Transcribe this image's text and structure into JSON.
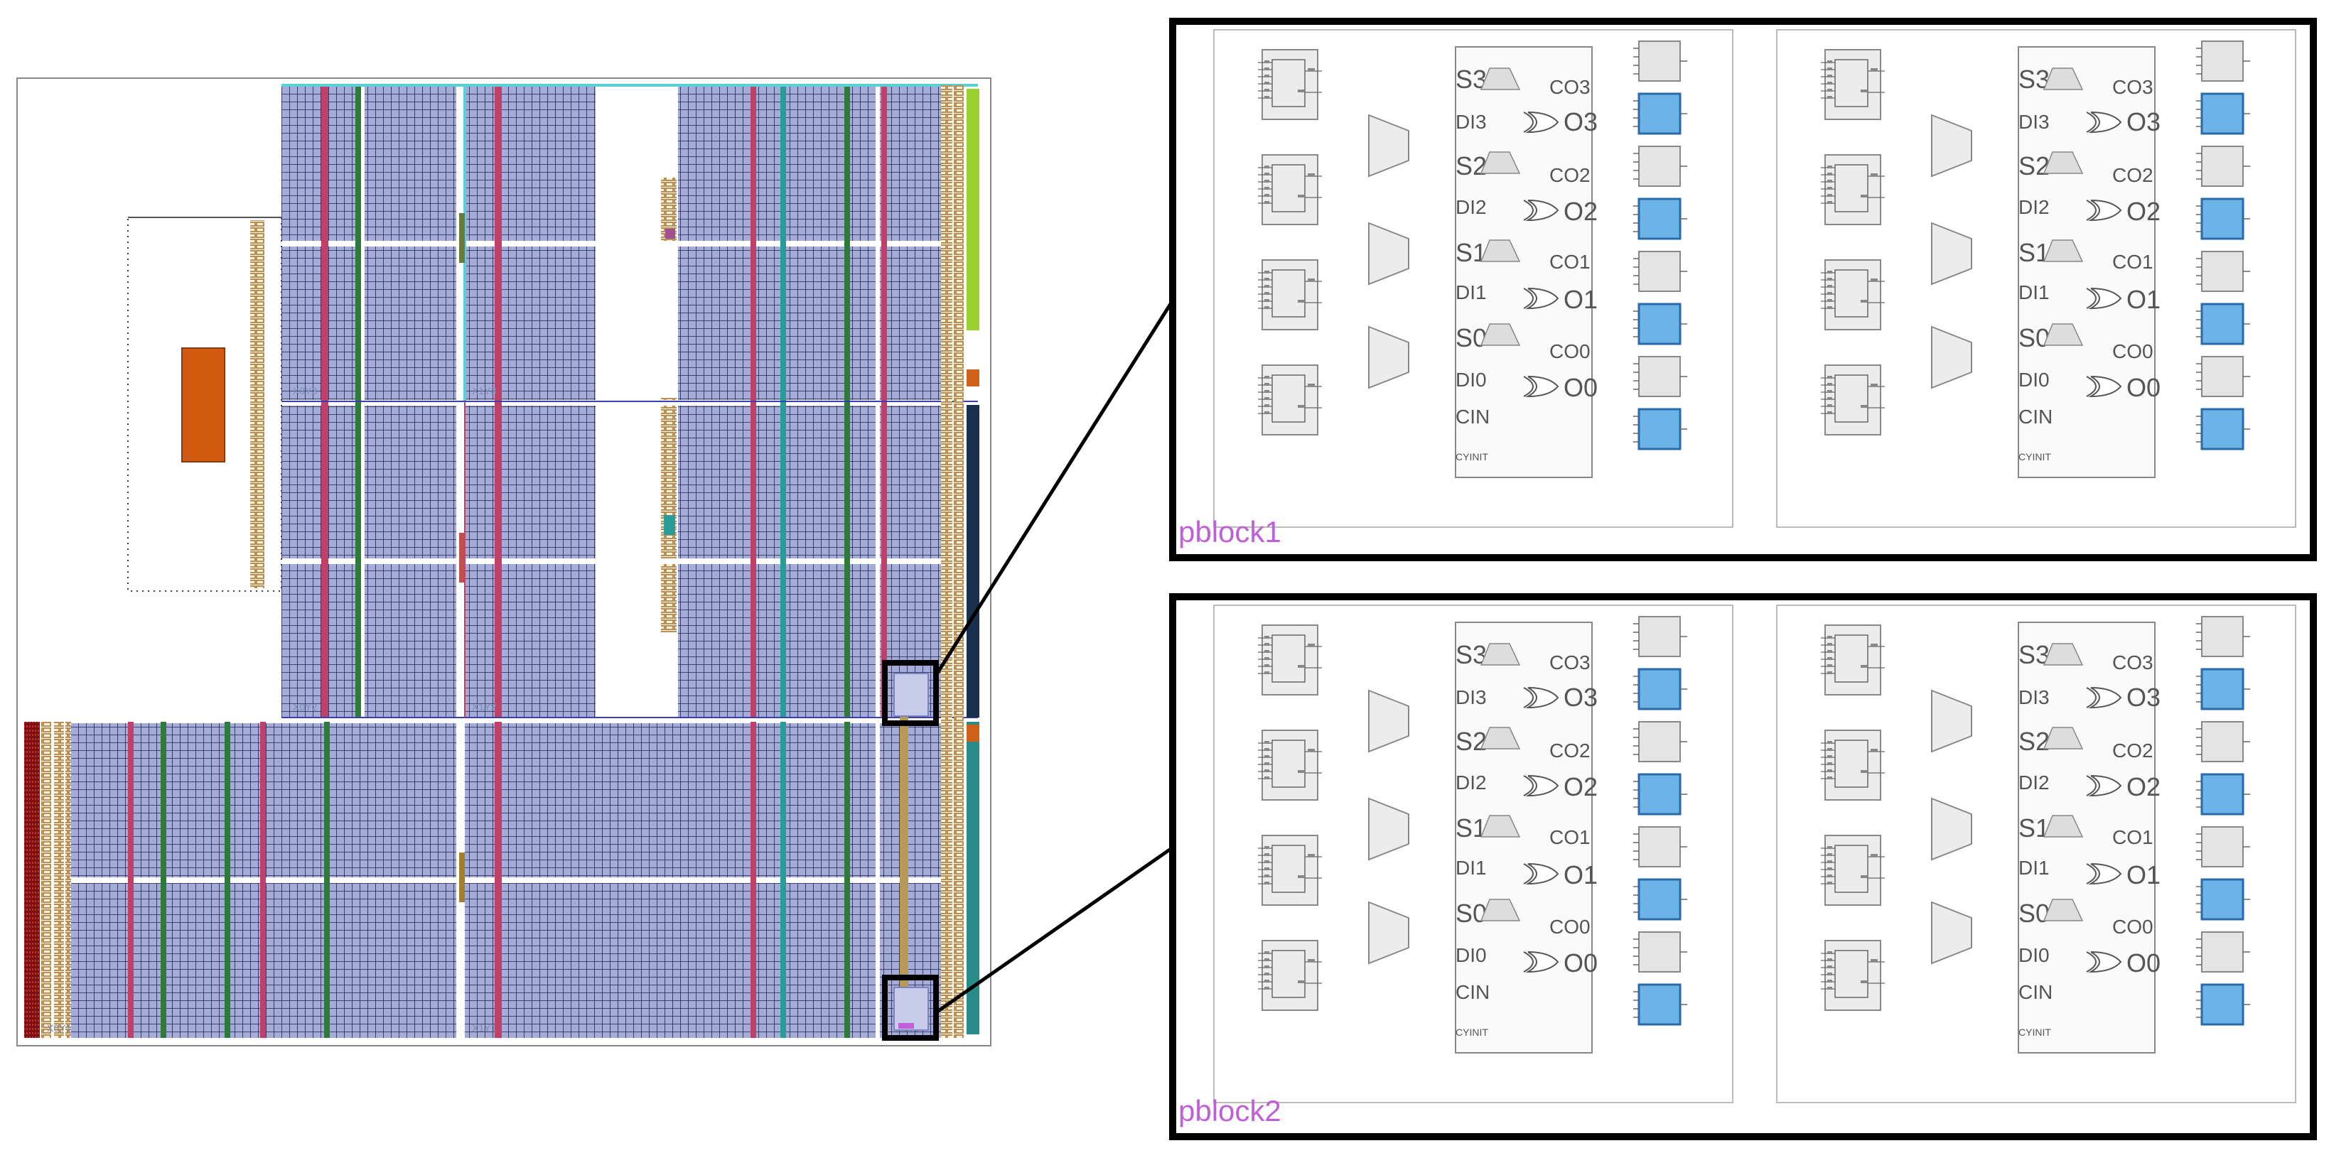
{
  "colors": {
    "clb_fill": "#a6acd8",
    "clb_grid": "#1d2150",
    "rust_block": "#d05a10",
    "brown_column": "#a87838",
    "dark_red_column": "#7a1010",
    "pink_column": "#c0406a",
    "teal_column": "#2a9c98",
    "green_column": "#3a8a3a",
    "lime_strip": "#9ad030",
    "navy_strip": "#1a3050",
    "ff_blue": "#6cb4e8",
    "ff_gray": "#e4e4e4",
    "lut_gray": "#ececec",
    "pblock_label": "#c060d8"
  },
  "device": {
    "clock_regions": [
      "X0Y3",
      "X1Y3",
      "X0Y2",
      "X1Y2",
      "X0Y1",
      "X1Y1",
      "X0Y0",
      "X1Y0"
    ]
  },
  "zoom_views": [
    {
      "label": "pblock1",
      "slices": [
        {
          "carry_inputs": [
            "S3",
            "DI3",
            "S2",
            "DI2",
            "S1",
            "DI1",
            "S0",
            "DI0",
            "CIN",
            "CYINIT"
          ],
          "carry_outputs": [
            "CO3",
            "O3",
            "CO2",
            "O2",
            "CO1",
            "O1",
            "CO0",
            "O0"
          ]
        },
        {
          "carry_inputs": [
            "S3",
            "DI3",
            "S2",
            "DI2",
            "S1",
            "DI1",
            "S0",
            "DI0",
            "CIN",
            "CYINIT"
          ],
          "carry_outputs": [
            "CO3",
            "O3",
            "CO2",
            "O2",
            "CO1",
            "O1",
            "CO0",
            "O0"
          ]
        }
      ]
    },
    {
      "label": "pblock2",
      "slices": [
        {
          "carry_inputs": [
            "S3",
            "DI3",
            "S2",
            "DI2",
            "S1",
            "DI1",
            "S0",
            "DI0",
            "CIN",
            "CYINIT"
          ],
          "carry_outputs": [
            "CO3",
            "O3",
            "CO2",
            "O2",
            "CO1",
            "O1",
            "CO0",
            "O0"
          ]
        },
        {
          "carry_inputs": [
            "S3",
            "DI3",
            "S2",
            "DI2",
            "S1",
            "DI1",
            "S0",
            "DI0",
            "CIN",
            "CYINIT"
          ],
          "carry_outputs": [
            "CO3",
            "O3",
            "CO2",
            "O2",
            "CO1",
            "O1",
            "CO0",
            "O0"
          ]
        }
      ]
    }
  ]
}
